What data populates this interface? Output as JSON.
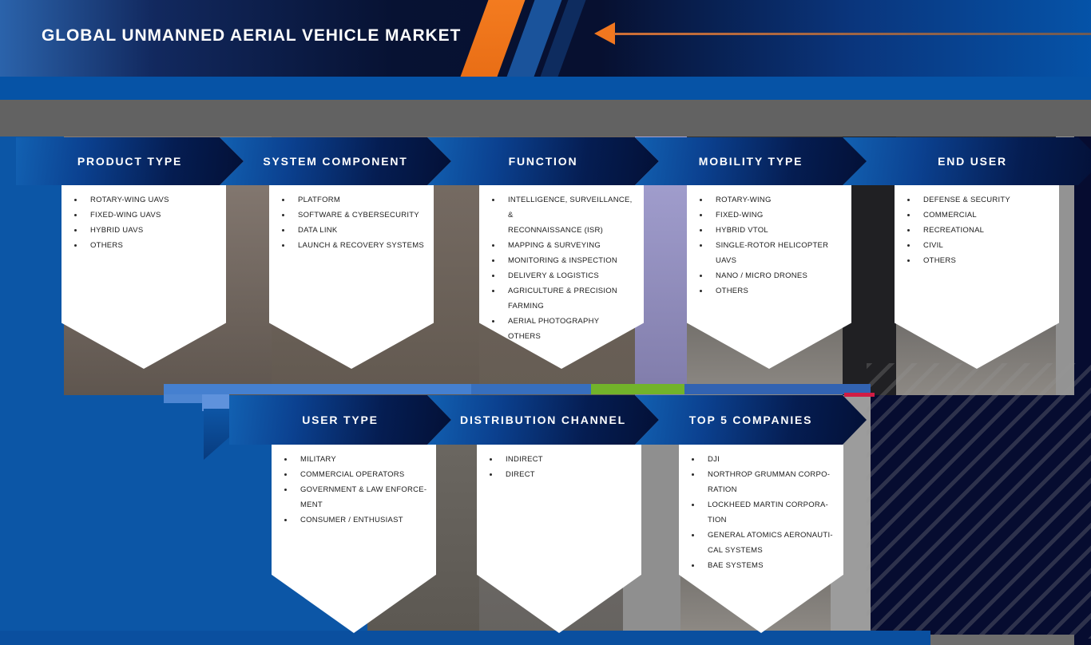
{
  "header": {
    "title": "GLOBAL UNMANNED AERIAL VEHICLE MARKET",
    "arrow_icon": "left-arrow"
  },
  "top_row": {
    "segments": [
      {
        "title": "PRODUCT TYPE",
        "items": [
          "ROTARY-WING UAVS",
          "FIXED-WING UAVS",
          "HYBRID UAVS",
          "OTHERS"
        ]
      },
      {
        "title": "SYSTEM COMPONENT",
        "items": [
          "PLATFORM",
          "SOFTWARE & CYBERSECURITY",
          "DATA LINK",
          "LAUNCH & RECOVERY SYSTEMS"
        ]
      },
      {
        "title": "FUNCTION",
        "items": [
          "INTELLIGENCE, SURVEILLANCE, &\nRECONNAISSANCE (ISR)",
          "MAPPING & SURVEYING",
          "MONITORING & INSPECTION",
          "DELIVERY & LOGISTICS",
          "AGRICULTURE & PRECISION\nFARMING",
          "AERIAL PHOTOGRAPHY",
          "OTHERS"
        ]
      },
      {
        "title": "MOBILITY TYPE",
        "items": [
          "ROTARY-WING",
          "FIXED-WING",
          "HYBRID VTOL",
          "SINGLE-ROTOR HELICOPTER\nUAVS",
          "NANO / MICRO DRONES",
          "OTHERS"
        ]
      },
      {
        "title": "END USER",
        "items": [
          "DEFENSE & SECURITY",
          "COMMERCIAL",
          "RECREATIONAL",
          "CIVIL",
          "OTHERS"
        ]
      }
    ]
  },
  "bottom_row": {
    "segments": [
      {
        "title": "USER TYPE",
        "items": [
          "MILITARY",
          "COMMERCIAL OPERATORS",
          "GOVERNMENT & LAW ENFORCE-\nMENT",
          "CONSUMER / ENTHUSIAST"
        ]
      },
      {
        "title": "DISTRIBUTION CHANNEL",
        "items": [
          "INDIRECT",
          "DIRECT"
        ]
      },
      {
        "title": "TOP 5 COMPANIES",
        "items": [
          "DJI",
          "NORTHROP GRUMMAN CORPO-\nRATION",
          "LOCKHEED MARTIN CORPORA-\nTION",
          "GENERAL ATOMICS AERONAUTI-\nCAL SYSTEMS",
          "BAE SYSTEMS"
        ]
      }
    ]
  },
  "colors": {
    "accent_orange": "#f1771f",
    "banner_blue": "#1261b2",
    "banner_navy": "#031036",
    "panel_blue": "#0c56a6",
    "strip_green": "#72b32a",
    "strip_red": "#d11c44",
    "strip_blue": "#4580d0",
    "lavender_column": "#a7a4d4",
    "background_navy": "#060c30"
  }
}
